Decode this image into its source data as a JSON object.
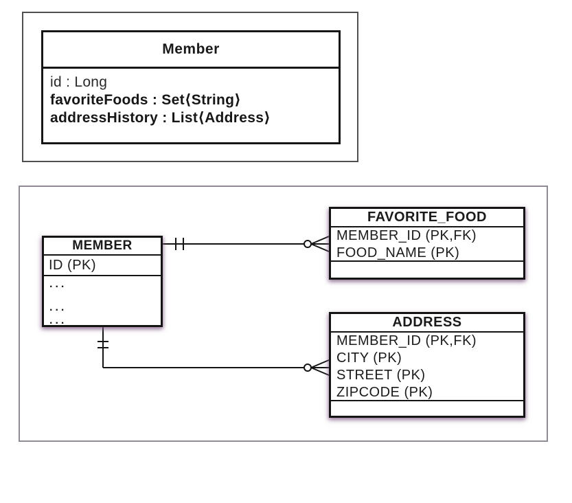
{
  "diagram": {
    "uml_class": {
      "title": "Member",
      "attributes": [
        "id : Long",
        "favoriteFoods : Set⟨String⟩",
        "addressHistory : List⟨Address⟩"
      ]
    },
    "erd": {
      "member": {
        "title": "MEMBER",
        "key_row": "ID (PK)",
        "ellipsis_rows": [
          "...",
          "...",
          "..."
        ]
      },
      "favorite_food": {
        "title": "FAVORITE_FOOD",
        "rows": [
          "MEMBER_ID (PK,FK)",
          "FOOD_NAME (PK)"
        ]
      },
      "address": {
        "title": "ADDRESS",
        "rows": [
          "MEMBER_ID (PK,FK)",
          "CITY (PK)",
          "STREET (PK)",
          "ZIPCODE (PK)"
        ]
      },
      "relationships": [
        {
          "from": "MEMBER",
          "to": "FAVORITE_FOOD",
          "from_notation": "one-and-only-one",
          "to_notation": "zero-or-many"
        },
        {
          "from": "MEMBER",
          "to": "ADDRESS",
          "from_notation": "one-and-only-one",
          "to_notation": "zero-or-many"
        }
      ]
    },
    "colors": {
      "line": "#141414",
      "uml_frame_border": "#4f4f4f",
      "erd_frame_border": "#8f8a93",
      "table_shadow": "#88648c",
      "background": "#ffffff"
    }
  }
}
